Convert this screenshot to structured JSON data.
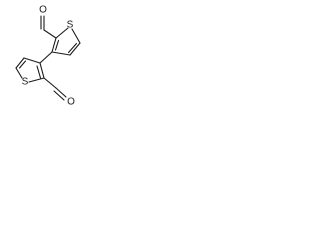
{
  "molecule": {
    "atoms": {
      "upper_aldehyde_oxygen": "O",
      "upper_ring_sulfur": "S",
      "lower_ring_sulfur": "S",
      "lower_aldehyde_oxygen": "O"
    },
    "colors": {
      "bond": "#1a1a1a",
      "label": "#1a1a1a",
      "background": "#ffffff"
    }
  }
}
